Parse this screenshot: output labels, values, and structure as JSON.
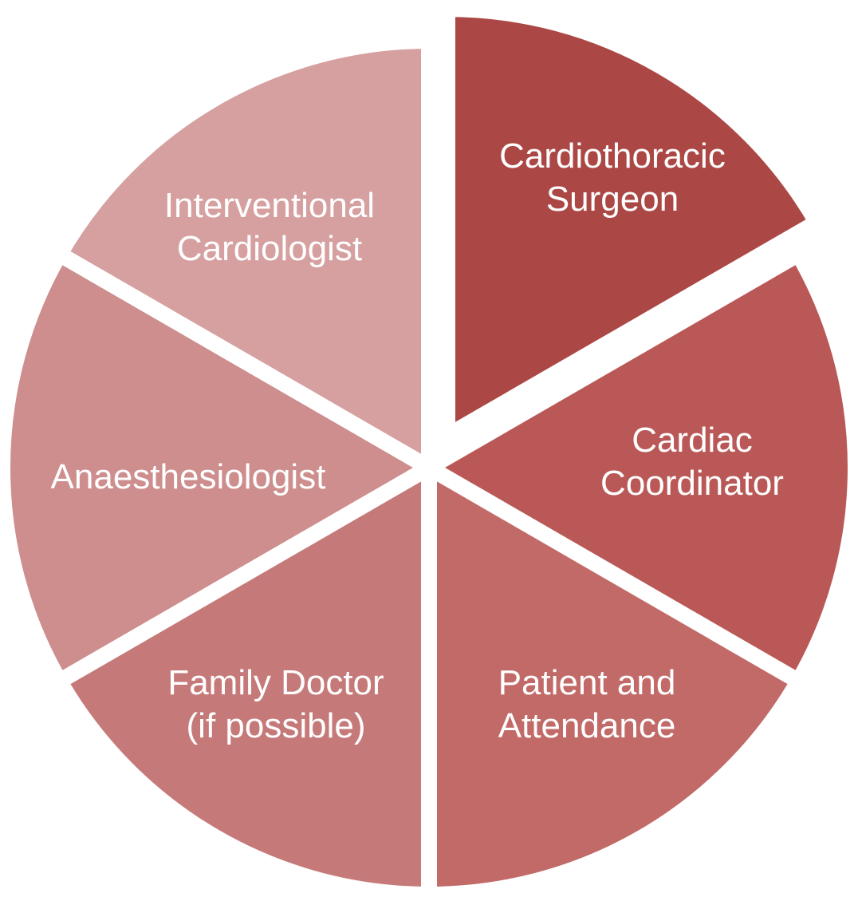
{
  "segments": [
    {
      "label_lines": [
        "Cardiothoracic",
        "Surgeon"
      ],
      "color": "#ab4845"
    },
    {
      "label_lines": [
        "Cardiac",
        "Coordinator"
      ],
      "color": "#b95856"
    },
    {
      "label_lines": [
        "Patient and",
        "Attendance"
      ],
      "color": "#c16a68"
    },
    {
      "label_lines": [
        "Family Doctor",
        "(if possible)"
      ],
      "color": "#c57a79"
    },
    {
      "label_lines": [
        "Anaesthesiologist"
      ],
      "color": "#cd8e8d"
    },
    {
      "label_lines": [
        "Interventional",
        "Cardiologist"
      ],
      "color": "#d6a0a0"
    }
  ],
  "emphasized_segment": 0
}
